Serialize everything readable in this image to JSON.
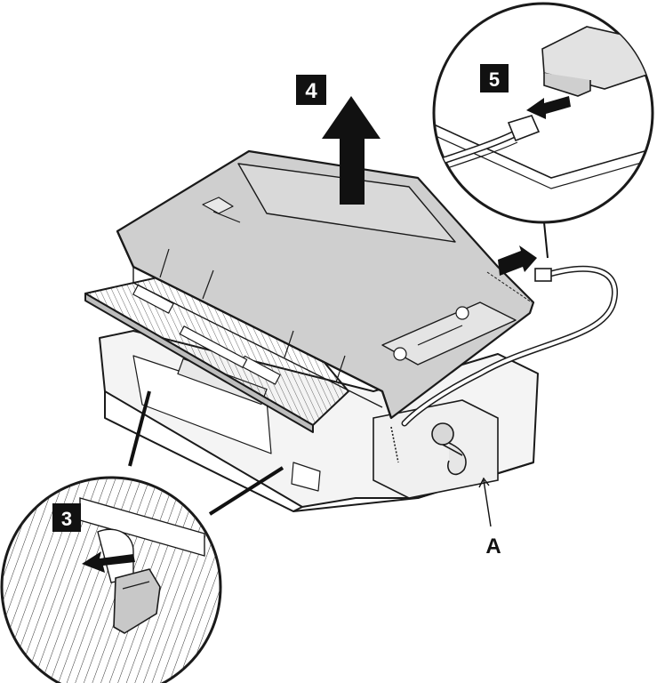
{
  "figure": {
    "step_labels": {
      "step3": "3",
      "step4": "4",
      "step5": "5"
    },
    "callout_letter": "A"
  },
  "colors": {
    "line": "#1a1a1a",
    "fill_grey": "#cfcfcf",
    "fill_light": "#e6e6e6",
    "badge_bg": "#111111",
    "badge_fg": "#ffffff",
    "arrow": "#111111"
  }
}
